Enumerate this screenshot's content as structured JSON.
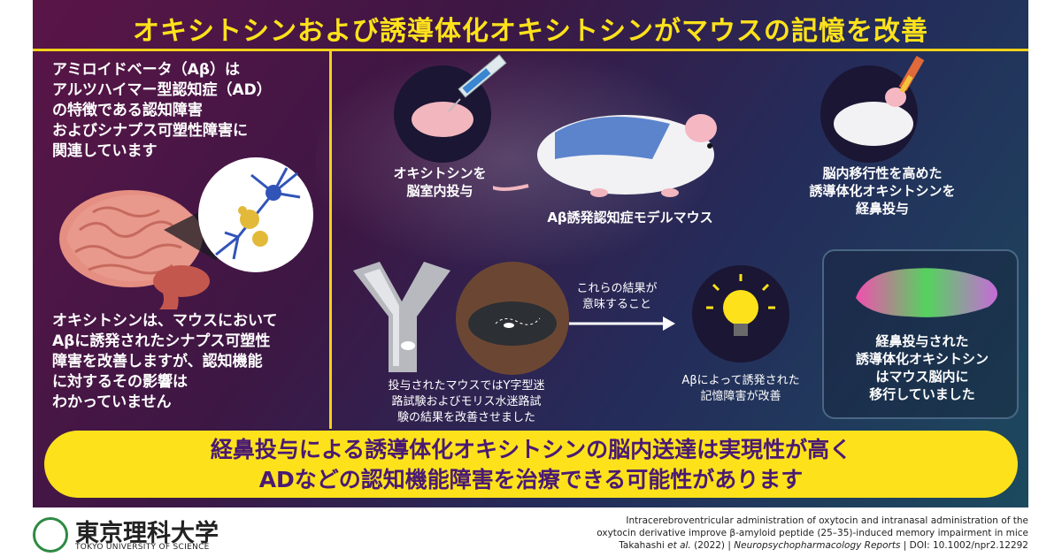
{
  "title": "オキシトシンおよび誘導体化オキシトシンがマウスの記憶を改善",
  "left_top_text": "アミロイドベータ（Aβ）は\nアルツハイマー型認知症（AD）\nの特徴である認知障害\nおよびシナプス可塑性障害に\n関連しています",
  "left_bottom_text": "オキシトシンは、マウスにおいて\nAβに誘発されたシナプス可塑性\n障害を改善しますが、認知機能\nに対するその影響は\nわかっていません",
  "icv_caption": "オキシトシンを\n脳室内投与",
  "model_caption": "Aβ誘発認知症モデルマウス",
  "nasal_caption": "脳内移行性を高めた\n誘導体化オキシトシンを\n経鼻投与",
  "maze_caption": "投与されたマウスではY字型迷\n路試験およびモリス水迷路試\n験の結果を改善させました",
  "arrow_caption": "これらの結果が\n意味すること",
  "bulb_caption": "Aβによって誘発された\n記憶障害が改善",
  "result_caption": "経鼻投与された\n誘導体化オキシトシン\nはマウス脳内に\n移行していました",
  "banner_text": "経鼻投与による誘導体化オキシトシンの脳内送達は実現性が高く\nADなどの認知機能障害を治療できる可能性があります",
  "logo": {
    "jp": "東京理科大学",
    "en": "TOKYO UNIVERSITY OF SCIENCE"
  },
  "citation": {
    "line1": "Intracerebroventricular administration of oxytocin and intranasal administration of the",
    "line2": "oxytocin derivative improve β-amyloid peptide (25–35)-induced memory impairment in mice",
    "authors": "Takahashi",
    "etal": "et al.",
    "year": "(2022)",
    "sep1": "|",
    "journal": "Neuropsychopharmacology Reports",
    "sep2": "|",
    "doi": "DOI: 10.1002/npr2.12292"
  },
  "colors": {
    "accent_yellow": "#fde21b",
    "banner_text": "#4a1a73",
    "logo_green": "#2e8a43"
  }
}
